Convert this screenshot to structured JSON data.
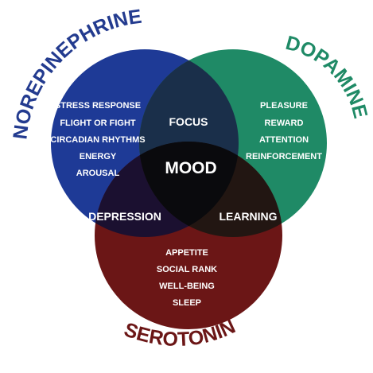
{
  "diagram": {
    "center_label": "MOOD",
    "circles": {
      "norepinephrine": {
        "title": "NOREPINEPHRINE",
        "color": "#1e3a96",
        "title_color": "#233b8f",
        "items": [
          "STRESS RESPONSE",
          "FLIGHT OR FIGHT",
          "CIRCADIAN RHYTHMS",
          "ENERGY",
          "AROUSAL"
        ]
      },
      "dopamine": {
        "title": "DOPAMINE",
        "color": "#1f8a66",
        "title_color": "#1f8a66",
        "items": [
          "PLEASURE",
          "REWARD",
          "ATTENTION",
          "REINFORCEMENT"
        ]
      },
      "serotonin": {
        "title": "SEROTONIN",
        "color": "#6b1616",
        "title_color": "#6b1616",
        "items": [
          "APPETITE",
          "SOCIAL RANK",
          "WELL-BEING",
          "SLEEP"
        ]
      }
    },
    "overlaps": {
      "norepinephrine_dopamine": "FOCUS",
      "norepinephrine_serotonin": "DEPRESSION",
      "dopamine_serotonin": "LEARNING"
    }
  }
}
